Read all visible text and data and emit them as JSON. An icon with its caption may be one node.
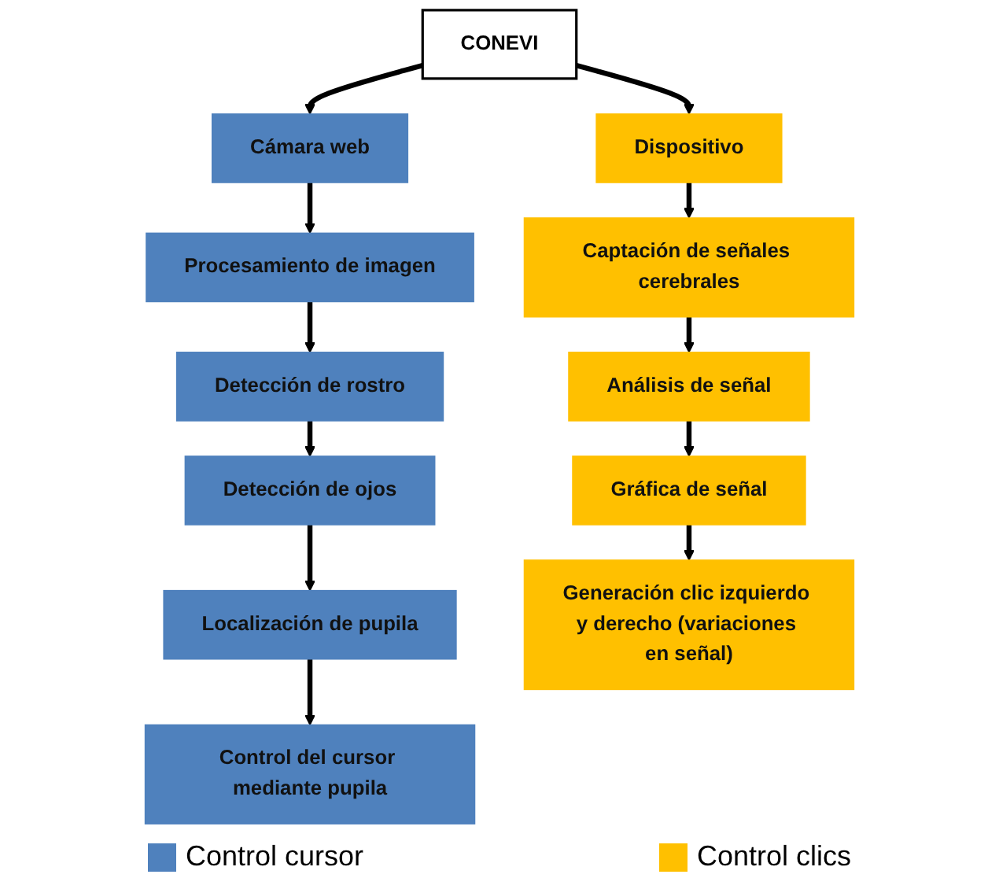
{
  "diagram": {
    "nodes": [
      {
        "text": [
          "CONEVI"
        ]
      },
      {
        "text": [
          "Cámara web"
        ]
      },
      {
        "text": [
          "Procesamiento de imagen"
        ]
      },
      {
        "text": [
          "Detección de rostro"
        ]
      },
      {
        "text": [
          "Detección de ojos"
        ]
      },
      {
        "text": [
          "Localización de pupila"
        ]
      },
      {
        "text": [
          "Control del cursor mediante pupila"
        ]
      },
      {
        "text": [
          "Dispositivo"
        ]
      },
      {
        "text": [
          "Captación de señales cerebrales"
        ]
      },
      {
        "text": [
          "Análisis de señal"
        ]
      },
      {
        "text": [
          "Gráfica de señal"
        ]
      },
      {
        "text": [
          "Generación clic izquierdo y derecho (variaciones en señal)"
        ]
      }
    ],
    "edges": [
      {
        "from": 0,
        "to": 1,
        "arrow": "to"
      },
      {
        "from": 0,
        "to": 7,
        "arrow": "to"
      },
      {
        "from": 1,
        "to": 2,
        "arrow": "to"
      },
      {
        "from": 2,
        "to": 3,
        "arrow": "to"
      },
      {
        "from": 3,
        "to": 4,
        "arrow": "to"
      },
      {
        "from": 4,
        "to": 5,
        "arrow": "to"
      },
      {
        "from": 5,
        "to": 6,
        "arrow": "to"
      },
      {
        "from": 7,
        "to": 8,
        "arrow": "to"
      },
      {
        "from": 8,
        "to": 9,
        "arrow": "to"
      },
      {
        "from": 9,
        "to": 10,
        "arrow": "to"
      },
      {
        "from": 10,
        "to": 11,
        "arrow": "to"
      }
    ],
    "legend": [
      {
        "text": "Control cursor",
        "color": "#4f81bd"
      },
      {
        "text": "Control clics",
        "color": "#ffc000"
      }
    ]
  }
}
